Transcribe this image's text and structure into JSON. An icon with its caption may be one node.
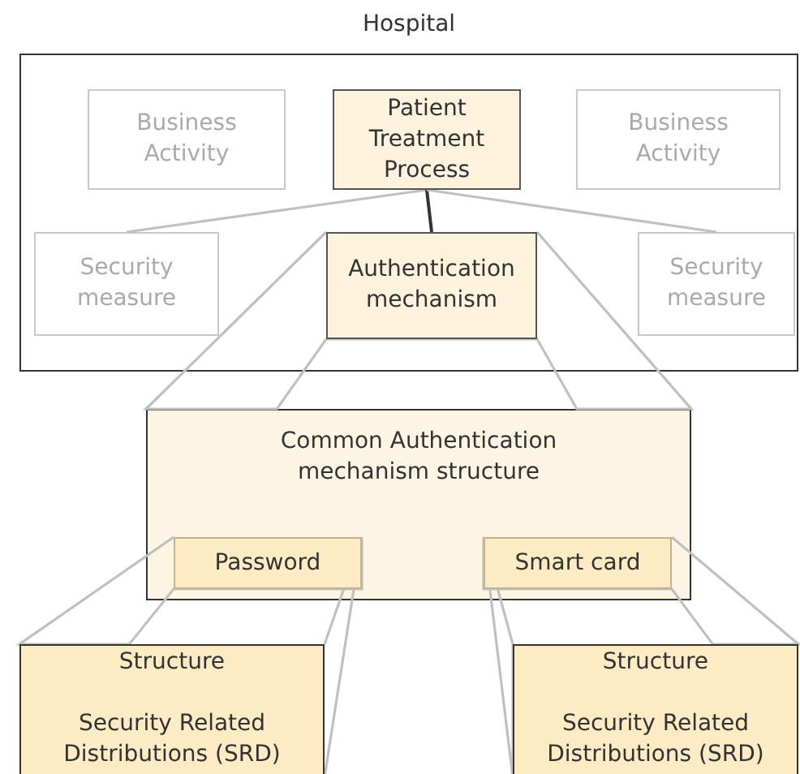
{
  "diagram": {
    "nodes": [
      {
        "text": [
          "Hospital"
        ]
      },
      {
        "text": [
          "Business Activity"
        ],
        "in": 0
      },
      {
        "text": [
          "Patient Treatment Process"
        ],
        "in": 0
      },
      {
        "text": [
          "Business Activity"
        ],
        "in": 0
      },
      {
        "text": [
          "Security measure"
        ],
        "in": 0
      },
      {
        "text": [
          "Authentication mechanism"
        ],
        "in": 0
      },
      {
        "text": [
          "Security measure"
        ],
        "in": 0
      },
      {
        "text": [
          "Common Authentication mechanism structure"
        ]
      },
      {
        "text": [
          "Password"
        ],
        "in": 7
      },
      {
        "text": [
          "Smart card"
        ],
        "in": 7
      },
      {
        "text": [
          "Structure",
          "Security Related Distributions (SRD)"
        ]
      },
      {
        "text": [
          "Structure",
          "Security Related Distributions (SRD)"
        ]
      }
    ],
    "edges": [
      {
        "from": 2,
        "to": 4,
        "arrow": "none"
      },
      {
        "from": 2,
        "to": 5,
        "arrow": "none",
        "color": "#333333"
      },
      {
        "from": 2,
        "to": 6,
        "arrow": "none"
      },
      {
        "from": 5,
        "to": 7,
        "arrow": "none"
      },
      {
        "from": 8,
        "to": 10,
        "arrow": "none"
      },
      {
        "from": 9,
        "to": 11,
        "arrow": "none"
      }
    ]
  }
}
